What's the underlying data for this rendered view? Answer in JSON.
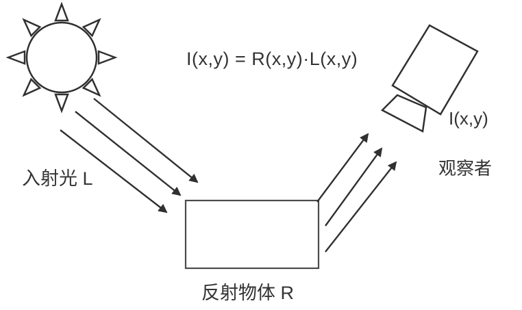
{
  "diagram": {
    "formula": "I(x,y) = R(x,y)·L(x,y)",
    "labels": {
      "incident_light": "入射光 L",
      "reflecting_object": "反射物体 R",
      "observer": "观察者",
      "image_intensity": "I(x,y)"
    },
    "icons": {
      "light_source": "sun-icon",
      "observer_device": "camera-icon"
    },
    "colors": {
      "stroke": "#303030",
      "rect_stroke": "#4a4a4a",
      "text": "#333333",
      "background": "#ffffff"
    },
    "relationships": {
      "incident_arrows_count": 3,
      "reflected_arrows_count": 3,
      "flow": "sun → reflecting object R → observer camera"
    }
  }
}
